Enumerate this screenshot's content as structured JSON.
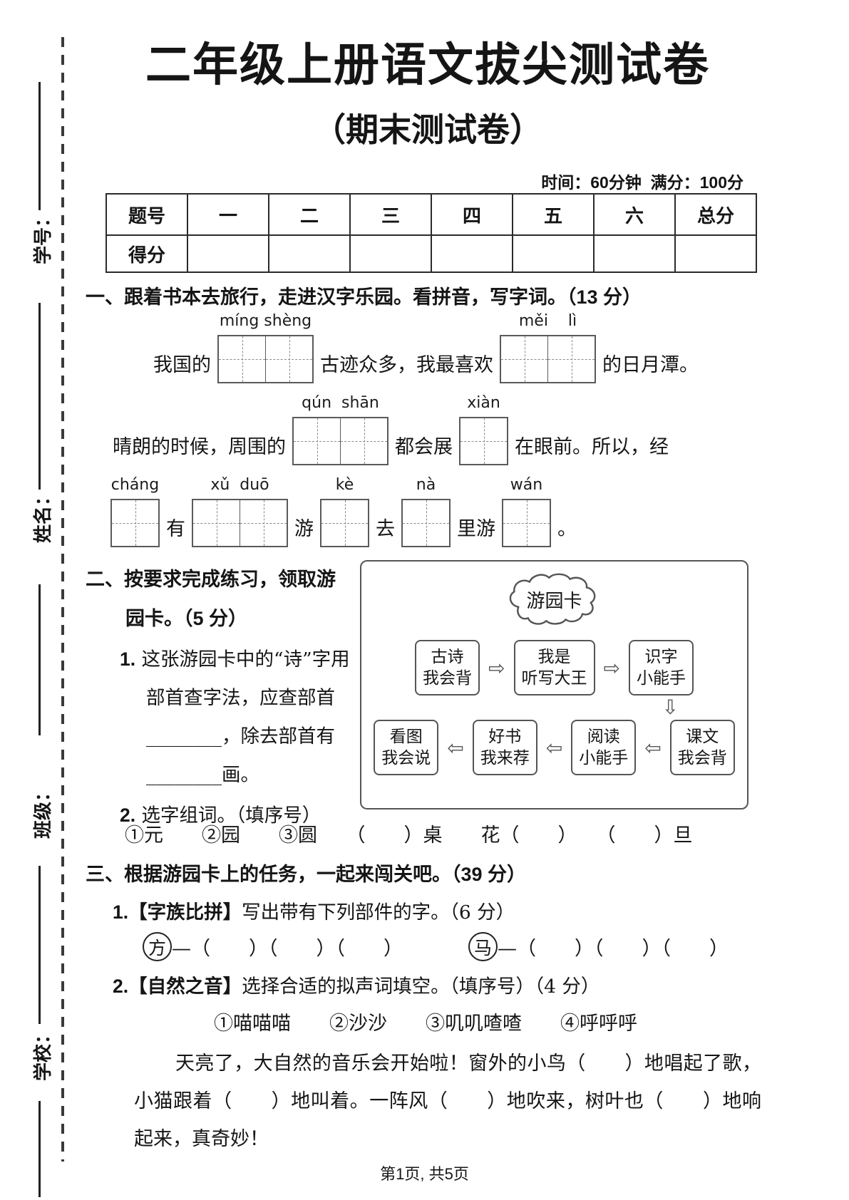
{
  "page": {
    "title": "二年级上册语文拔尖测试卷",
    "subtitle": "（期末测试卷）",
    "meta": "时间：60分钟  满分：100分",
    "footer": "第1页, 共5页"
  },
  "sidebar": {
    "student_id_label": "学号：",
    "name_label": "姓名：",
    "class_label": "班级：",
    "school_label": "学校："
  },
  "score_table": {
    "headers": [
      "题号",
      "一",
      "二",
      "三",
      "四",
      "五",
      "六",
      "总分"
    ],
    "score_row_label": "得分"
  },
  "section_one": {
    "heading": "一、跟着书本去旅行，走进汉字乐园。看拼音，写字词。（13 分）",
    "line1": {
      "text1": "我国的",
      "pinyin1": "míng shèng",
      "text2": "古迹众多，我最喜欢",
      "pinyin2": "měi    lì",
      "text3": "的日月潭。"
    },
    "line2": {
      "text1": "晴朗的时候，周围的",
      "pinyin1": "qún  shān",
      "text2": "都会展",
      "pinyin2": "xiàn",
      "text3": "在眼前。所以，经"
    },
    "line3": {
      "pinyin1": "cháng",
      "text1": "有",
      "pinyin2": "xǔ  duō",
      "text2": "游",
      "pinyin3": "kè",
      "text3": "去",
      "pinyin4": "nà",
      "text4": "里游",
      "pinyin5": "wán",
      "text5": "。"
    }
  },
  "section_two": {
    "heading_line1": "二、按要求完成练习，领取游",
    "heading_line2": "园卡。（5 分）",
    "q1_number": "1.",
    "q1_text": " 这张游园卡中的“诗”字用部首查字法，应查部首________，除去部首有________画。",
    "q2_number": "2.",
    "q2_text": " 选字组词。（填序号）",
    "q2_options": "①元　　②园　　③圆　　（　　）桌　　花（　　）　　（　　）旦"
  },
  "flowchart": {
    "title": "游园卡",
    "row1": [
      {
        "line1": "古诗",
        "line2": "我会背"
      },
      {
        "line1": "我是",
        "line2": "听写大王"
      },
      {
        "line1": "识字",
        "line2": "小能手"
      }
    ],
    "row2": [
      {
        "line1": "看图",
        "line2": "我会说"
      },
      {
        "line1": "好书",
        "line2": "我来荐"
      },
      {
        "line1": "阅读",
        "line2": "小能手"
      },
      {
        "line1": "课文",
        "line2": "我会背"
      }
    ],
    "arrow_right": "⇨",
    "arrow_left": "⇦",
    "arrow_down": "⇩"
  },
  "section_three": {
    "heading": "三、根据游园卡上的任务，一起来闯关吧。（39 分）",
    "q1_number": "1.",
    "q1_tag": "【字族比拼】",
    "q1_text": "写出带有下列部件的字。（6 分）",
    "q1_char1": "方",
    "q1_blanks1": "—（　　）（　　）（　　）",
    "q1_char2": "马",
    "q1_blanks2": "—（　　）（　　）（　　）",
    "q2_number": "2.",
    "q2_tag": "【自然之音】",
    "q2_text": "选择合适的拟声词填空。（填序号）（4 分）",
    "q2_options": "①喵喵喵　　②沙沙　　③叽叽喳喳　　④呼呼呼",
    "q2_passage": "天亮了，大自然的音乐会开始啦！窗外的小鸟（　　）地唱起了歌，小猫跟着（　　）地叫着。一阵风（　　）地吹来，树叶也（　　）地响起来，真奇妙！"
  }
}
